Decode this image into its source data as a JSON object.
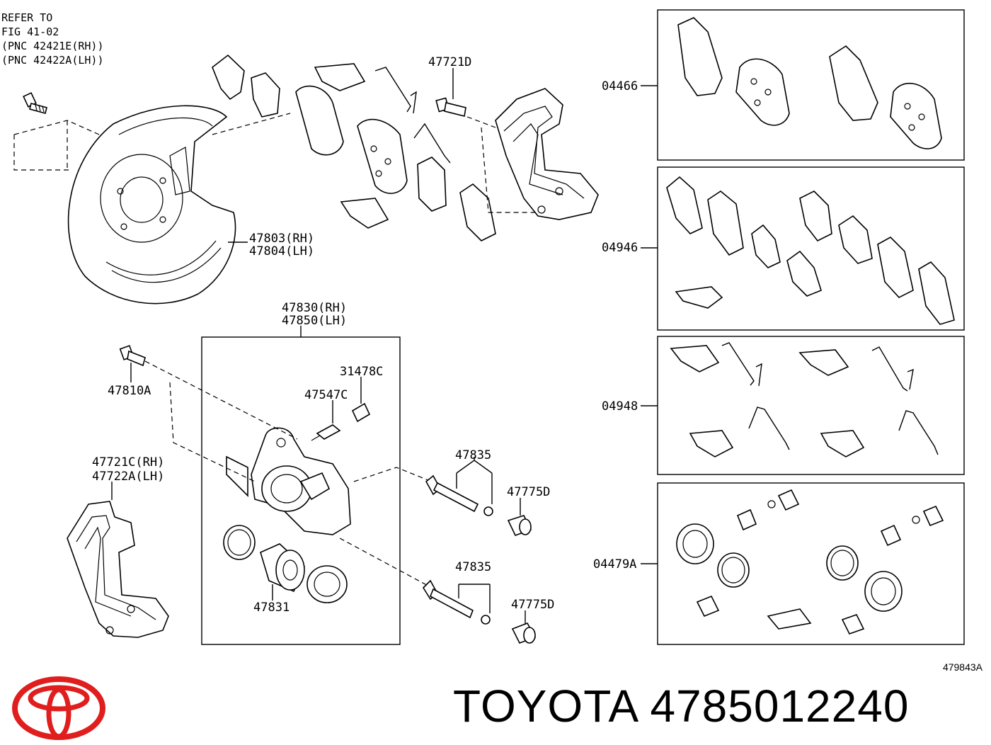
{
  "reference_note": [
    "REFER TO",
    "FIG 41-02",
    "(PNC 42421E(RH))",
    "(PNC 42422A(LH))"
  ],
  "labels": {
    "p47721D": "47721D",
    "p47803": "47803(RH)",
    "p47804": "47804(LH)",
    "p47830": "47830(RH)",
    "p47850": "47850(LH)",
    "p31478C": "31478C",
    "p47547C": "47547C",
    "p47810A": "47810A",
    "p47721C": "47721C(RH)",
    "p47722A": "47722A(LH)",
    "p47835a": "47835",
    "p47835b": "47835",
    "p47775Da": "47775D",
    "p47775Db": "47775D",
    "p47831": "47831",
    "k04466": "04466",
    "k04946": "04946",
    "k04948": "04948",
    "k04479A": "04479A"
  },
  "figure_code": "479843A",
  "footer": {
    "brand_part": "TOYOTA 4785012240"
  },
  "colors": {
    "logo": "#e01e1e",
    "lines": "#000000"
  }
}
